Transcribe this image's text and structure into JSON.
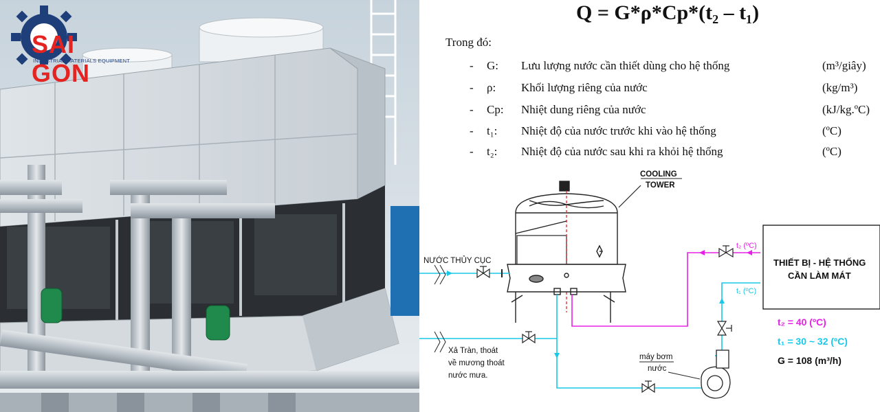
{
  "logo": {
    "name": "SAI GON",
    "tagline": "INDUSTRIAL MATERIALS EQUIPMENT"
  },
  "formula": "Q = G*ρ*Cp*(t₂ – t₁)",
  "intro": "Trong đó:",
  "definitions": [
    {
      "dash": "-",
      "symbol": "G:",
      "description": "Lưu lượng nước cần thiết dùng cho hệ thống",
      "unit": "(m³/giây)"
    },
    {
      "dash": "-",
      "symbol": "ρ:",
      "description": "Khối lượng riêng của nước",
      "unit": "(kg/m³)"
    },
    {
      "dash": "-",
      "symbol": "Cp:",
      "description": "Nhiệt dung riêng của nước",
      "unit": "(kJ/kg.ºC)"
    },
    {
      "dash": "-",
      "symbol": "t₁:",
      "description": "Nhiệt độ của nước trước khi vào hệ thống",
      "unit": "(ºC)"
    },
    {
      "dash": "-",
      "symbol": "t₂:",
      "description": "Nhiệt độ của nước sau khi ra khỏi hệ thống",
      "unit": "(ºC)"
    }
  ],
  "diagram": {
    "cooling_tower_line1": "COOLING",
    "cooling_tower_line2": "TOWER",
    "city_water": "NƯỚC THỦY CỤC",
    "overflow_line1": "Xả Tràn, thoát",
    "overflow_line2": "về mương thoát",
    "overflow_line3": "nước mưa.",
    "pump_line1": "máy bơm",
    "pump_line2": "nước",
    "equipment_line1": "THIẾT BỊ - HỆ THỐNG",
    "equipment_line2": "CẦN LÀM MÁT",
    "t2_tag": "t₂ (ºC)",
    "t1_tag": "t₁ (ºC)",
    "t2_value": "t₂ = 40 (ºC)",
    "t1_value": "t₁ = 30 ~ 32 (ºC)",
    "g_value": "G = 108 (m³/h)"
  },
  "colors": {
    "hot": "#e620e6",
    "cold": "#19c8e8",
    "logo_red": "#e52421",
    "logo_blue": "#1f3f7a",
    "line": "#222222"
  }
}
